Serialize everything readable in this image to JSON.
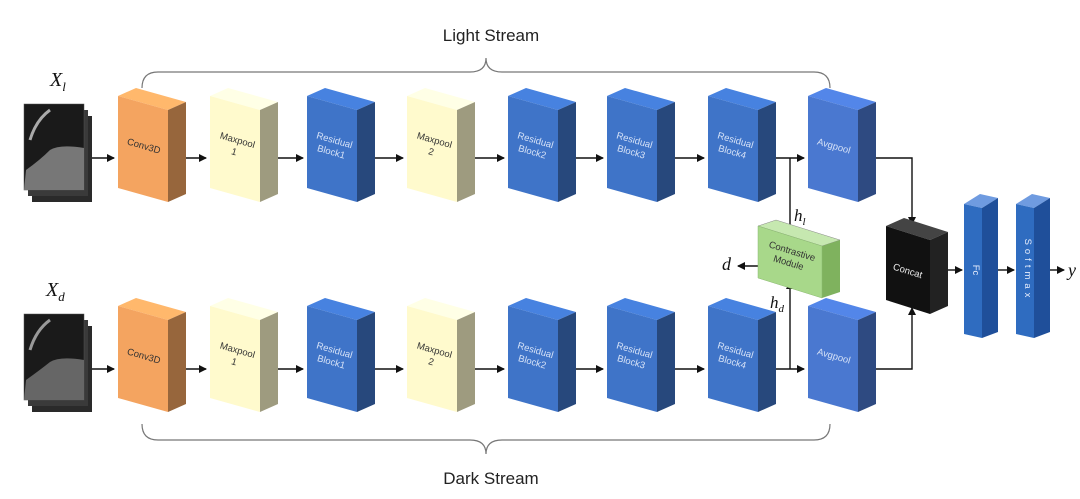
{
  "streams": {
    "light_label": "Light Stream",
    "dark_label": "Dark Stream"
  },
  "inputs": {
    "light": {
      "symbol": "X",
      "sub": "l"
    },
    "dark": {
      "symbol": "X",
      "sub": "d"
    }
  },
  "light_blocks": [
    {
      "name": "conv3d",
      "lines": [
        "Conv3D"
      ],
      "color": "#F4A460"
    },
    {
      "name": "maxpool-1",
      "lines": [
        "Maxpool",
        "1"
      ],
      "color": "#FFFACD"
    },
    {
      "name": "residual-block1",
      "lines": [
        "Residual",
        "Block1"
      ],
      "color": "#3F74C8"
    },
    {
      "name": "maxpool-2",
      "lines": [
        "Maxpool",
        "2"
      ],
      "color": "#FFFACD"
    },
    {
      "name": "residual-block2",
      "lines": [
        "Residual",
        "Block2"
      ],
      "color": "#3F74C8"
    },
    {
      "name": "residual-block3",
      "lines": [
        "Residual",
        "Block3"
      ],
      "color": "#3F74C8"
    },
    {
      "name": "residual-block4",
      "lines": [
        "Residual",
        "Block4"
      ],
      "color": "#3F74C8"
    },
    {
      "name": "avgpool",
      "lines": [
        "Avgpool"
      ],
      "color": "#4A78D0"
    }
  ],
  "dark_blocks": [
    {
      "name": "conv3d",
      "lines": [
        "Conv3D"
      ],
      "color": "#F4A460"
    },
    {
      "name": "maxpool-1",
      "lines": [
        "Maxpool",
        "1"
      ],
      "color": "#FFFACD"
    },
    {
      "name": "residual-block1",
      "lines": [
        "Residual",
        "Block1"
      ],
      "color": "#3F74C8"
    },
    {
      "name": "maxpool-2",
      "lines": [
        "Maxpool",
        "2"
      ],
      "color": "#FFFACD"
    },
    {
      "name": "residual-block2",
      "lines": [
        "Residual",
        "Block2"
      ],
      "color": "#3F74C8"
    },
    {
      "name": "residual-block3",
      "lines": [
        "Residual",
        "Block3"
      ],
      "color": "#3F74C8"
    },
    {
      "name": "residual-block4",
      "lines": [
        "Residual",
        "Block4"
      ],
      "color": "#3F74C8"
    },
    {
      "name": "avgpool",
      "lines": [
        "Avgpool"
      ],
      "color": "#4A78D0"
    }
  ],
  "contrastive": {
    "lines": [
      "Contrastive",
      "Module"
    ],
    "color": "#A8D88A"
  },
  "hidden_labels": {
    "light": {
      "symbol": "h",
      "sub": "l"
    },
    "dark": {
      "symbol": "h",
      "sub": "d"
    }
  },
  "contrastive_output": "d",
  "concat": {
    "label": "Concat",
    "color": "#111111"
  },
  "fc": {
    "label": "Fc",
    "color": "#2F6CC0"
  },
  "softmax": {
    "label": "Softmax",
    "color": "#2F6CC0"
  },
  "output_label": "y"
}
